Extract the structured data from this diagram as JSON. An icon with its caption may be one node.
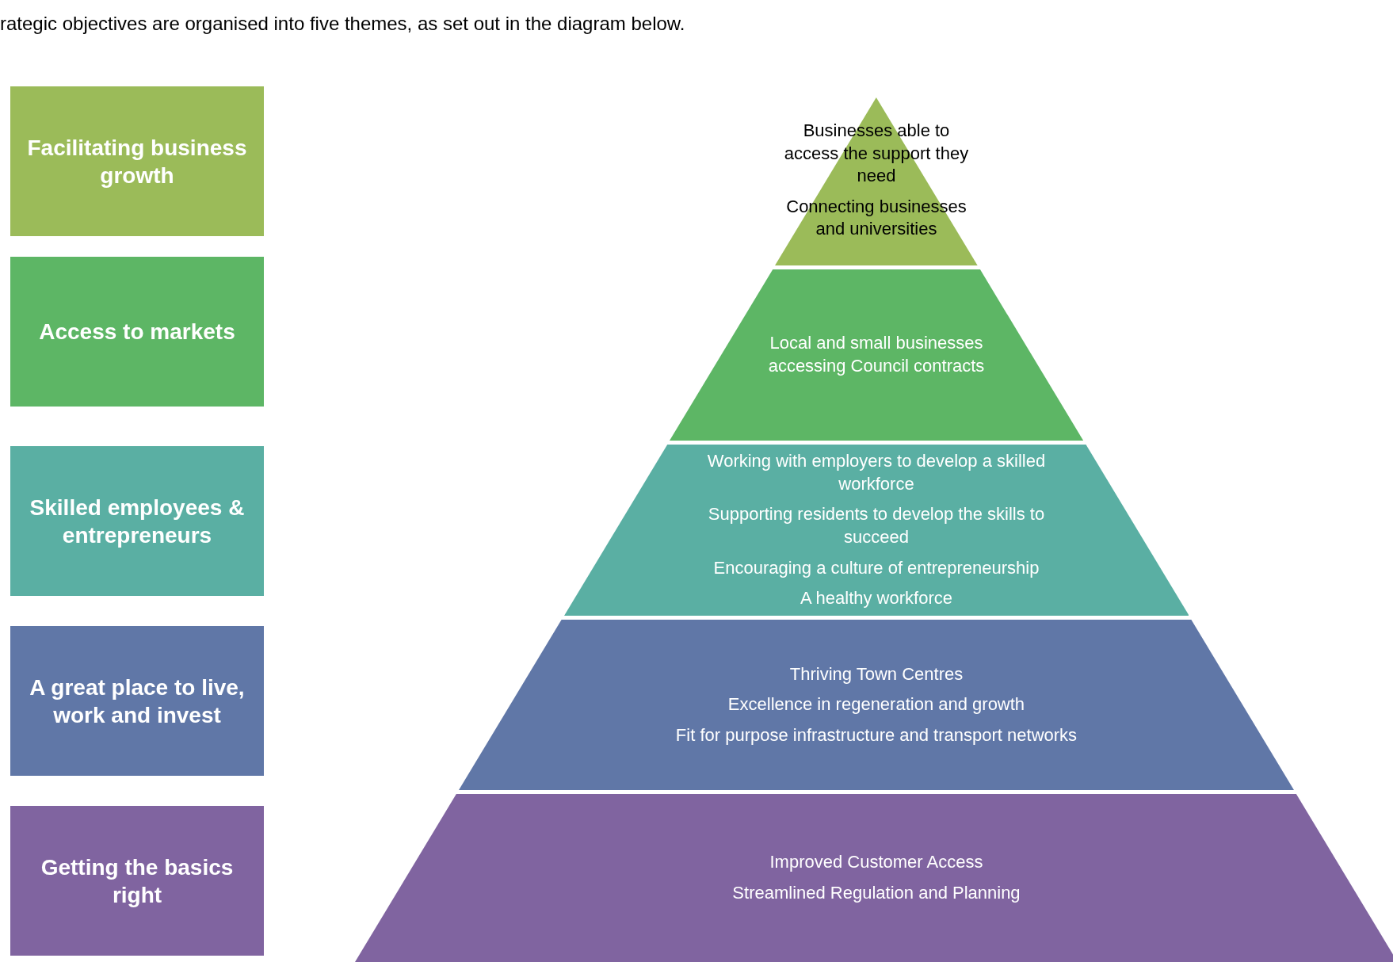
{
  "diagram": {
    "nodes": [
      {
        "text": [
          "Facilitating business growth"
        ]
      },
      {
        "text": [
          "Access to markets"
        ]
      },
      {
        "text": [
          "Skilled  employees & entrepreneurs"
        ]
      },
      {
        "text": [
          "A great place to live, work and invest"
        ]
      },
      {
        "text": [
          "Getting the basics right"
        ]
      },
      {
        "text": [
          "Businesses able to access the support they need",
          "Connecting businesses and universities"
        ]
      },
      {
        "text": [
          "Local and small businesses accessing Council contracts"
        ]
      },
      {
        "text": [
          "Working with employers  to develop a skilled workforce",
          "Supporting residents to develop the skills to succeed",
          "Encouraging a culture of entrepreneurship",
          "A healthy workforce"
        ]
      },
      {
        "text": [
          "Thriving Town Centres",
          "Excellence in regeneration and growth",
          "Fit for purpose infrastructure and transport  networks"
        ]
      },
      {
        "text": [
          "Improved Customer Access",
          "Streamlined Regulation and Planning"
        ]
      }
    ],
    "labels": [
      "rategic objectives are organised into five themes, as set out in the diagram below."
    ]
  }
}
